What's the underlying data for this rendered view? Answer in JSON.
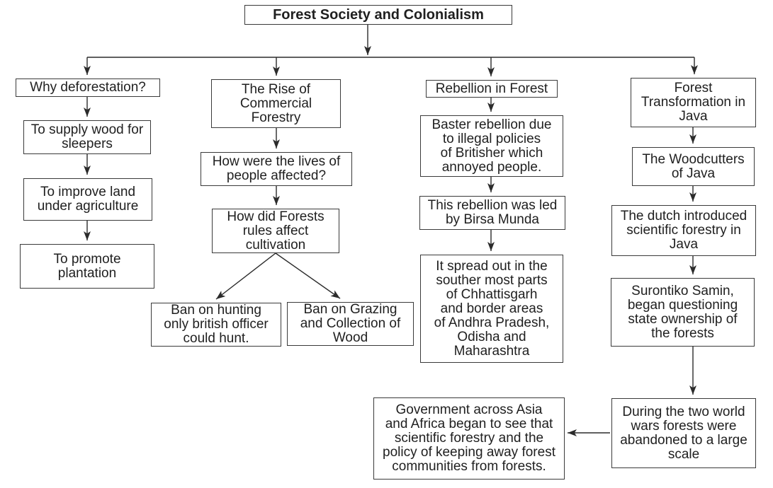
{
  "flowchart": {
    "title": {
      "lines": [
        "Forest Society and Colonialism"
      ]
    },
    "columns": [
      {
        "name": "why-deforestation",
        "nodes": [
          {
            "key": "why-deforestation",
            "lines": [
              "Why deforestation?"
            ]
          },
          {
            "key": "supply-wood-sleepers",
            "lines": [
              "To supply wood for",
              "sleepers"
            ]
          },
          {
            "key": "improve-land-agriculture",
            "lines": [
              "To improve land",
              "under agriculture"
            ]
          },
          {
            "key": "promote-plantation",
            "lines": [
              "To promote",
              "plantation"
            ]
          }
        ]
      },
      {
        "name": "rise-of-commercial-forestry",
        "nodes": [
          {
            "key": "rise-commercial-forestry",
            "lines": [
              "The Rise of",
              "Commercial",
              "Forestry"
            ]
          },
          {
            "key": "lives-of-people-affected",
            "lines": [
              "How were the lives of",
              "people affected?"
            ]
          },
          {
            "key": "forest-rules-cultivation",
            "lines": [
              "How did Forests",
              "rules affect",
              "cultivation"
            ]
          },
          {
            "key": "ban-on-hunting",
            "lines": [
              "Ban on hunting",
              "only british officer",
              "could hunt."
            ]
          },
          {
            "key": "ban-on-grazing",
            "lines": [
              "Ban on Grazing",
              "and Collection of",
              "Wood"
            ]
          }
        ]
      },
      {
        "name": "rebellion-in-forest",
        "nodes": [
          {
            "key": "rebellion-in-forest",
            "lines": [
              "Rebellion in Forest"
            ]
          },
          {
            "key": "baster-rebellion",
            "lines": [
              "Baster rebellion due",
              "to illegal policies",
              "of Britisher which",
              "annoyed people."
            ]
          },
          {
            "key": "led-by-birsa-munda",
            "lines": [
              "This rebellion was led",
              "by Birsa Munda"
            ]
          },
          {
            "key": "spread-regions",
            "lines": [
              "It spread out in the",
              "souther most parts",
              "of Chhattisgarh",
              "and border areas",
              "of Andhra Pradesh,",
              "Odisha and",
              "Maharashtra"
            ]
          }
        ]
      },
      {
        "name": "forest-transformation-java",
        "nodes": [
          {
            "key": "forest-transformation-java",
            "lines": [
              "Forest",
              "Transformation in",
              "Java"
            ]
          },
          {
            "key": "woodcutters-of-java",
            "lines": [
              "The Woodcutters",
              "of Java"
            ]
          },
          {
            "key": "dutch-scientific-forestry",
            "lines": [
              "The dutch introduced",
              "scientific forestry in",
              "Java"
            ]
          },
          {
            "key": "surontiko-samin",
            "lines": [
              "Surontiko Samin,",
              "began questioning",
              "state ownership of",
              "the forests"
            ]
          },
          {
            "key": "world-wars-forests-abandoned",
            "lines": [
              "During the two world",
              "wars forests were",
              "abandoned to a large",
              "scale"
            ]
          }
        ]
      }
    ],
    "conclusion": {
      "key": "government-asia-africa",
      "lines": [
        "Government across Asia",
        "and Africa began to see that",
        "scientific forestry and the",
        "policy of keeping away forest",
        "communities from forests."
      ]
    }
  },
  "colors": {
    "background": "#ffffff",
    "box_border": "#3a3a3a",
    "text": "#1f1f1f",
    "arrow": "#2b2b2b"
  }
}
